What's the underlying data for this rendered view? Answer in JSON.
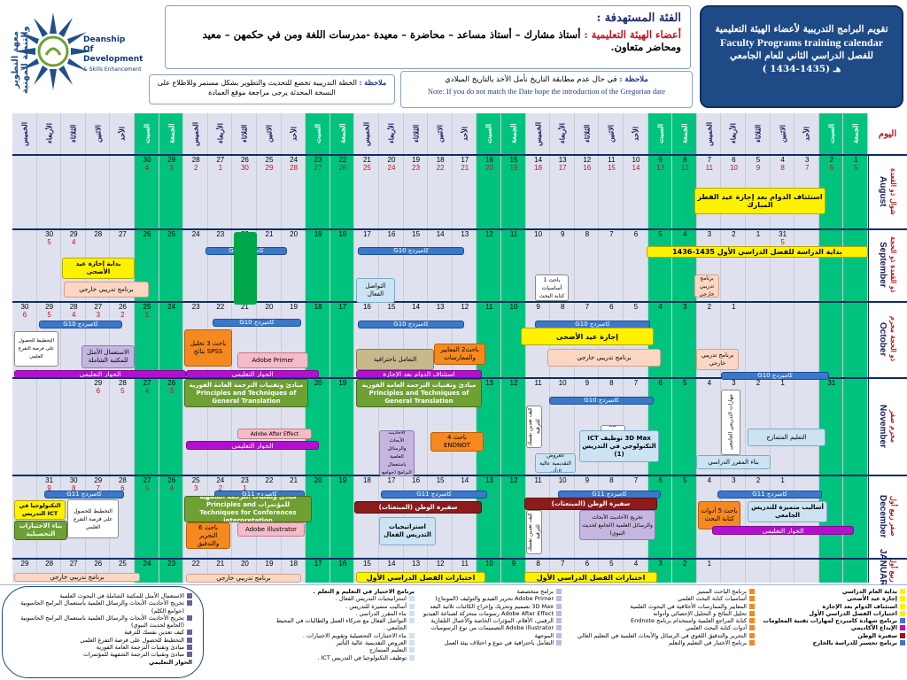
{
  "header": {
    "logo_arabic": "معهد التطوير والتنمية المهنية",
    "logo_en_line1": "Deanship",
    "logo_en_line2": "Of Development",
    "logo_en_line3": "& Skills Enhancement",
    "category_title": "الفئة المستهدفة :",
    "category_label": "أعضاء الهيئة التعليمية :",
    "category_text": " أستاذ مشارك – أستاذ مساعد – محاضرة – معيدة -مدرسات اللغة ومن في حكمهن – معيد ومحاضر متعاون.",
    "title_line1": "تقويم البرامج التدريبية لأعضاء الهيئة التعليمية",
    "title_line2": "Faculty Programs training calendar",
    "title_line3": "للفصل الدراسي الثاني للعام الجامعي",
    "title_line4": "( 1434-1435) هـ",
    "note1_label": "ملاحظة :",
    "note1_text": " الخطة التدريبية تخضع للتحديث والتطوير بشكل مستمر وللاطلاع على النسخة المحدثة يرجى مراجعة موقع العمادة",
    "note2_label": "ملاحظة :",
    "note2_text": " في حال عدم مطابقة التاريخ نأمل الأخذ بالتاريخ الميلادي",
    "note2_en": "Note: If you do not match the Date hope the introduction of the Gregorian date"
  },
  "grid": {
    "month_header": "اليوم",
    "days": [
      "الخميس",
      "الأربعاء",
      "الثلاثاء",
      "الاثنين",
      "الأحد",
      "السبت",
      "الجمعة",
      "الخميس",
      "الأربعاء",
      "الثلاثاء",
      "الاثنين",
      "الأحد",
      "السبت",
      "الجمعة",
      "الخميس",
      "الأربعاء",
      "الثلاثاء",
      "الاثنين",
      "الأحد",
      "السبت",
      "الجمعة",
      "الخميس",
      "الأربعاء",
      "الثلاثاء",
      "الاثنين",
      "الأحد",
      "السبت",
      "الجمعة",
      "الخميس",
      "الأربعاء",
      "الثلاثاء",
      "الاثنين",
      "الأحد",
      "السبت",
      "الجمعة"
    ],
    "months": [
      {
        "en": "August",
        "ar1": "شوال",
        "ar2": "ذو القعدة"
      },
      {
        "en": "September",
        "ar1": "ذو القعدة",
        "ar2": "ذو الحجة"
      },
      {
        "en": "October",
        "ar1": "ذو الحجة",
        "ar2": "محرم"
      },
      {
        "en": "November",
        "ar1": "محرم",
        "ar2": "صفر"
      },
      {
        "en": "December",
        "ar1": "صفر",
        "ar2": "ربيع أول"
      },
      {
        "en": "JANUARY",
        "ar1": "ربيع أول",
        "ar2": ""
      }
    ],
    "rows": [
      {
        "g": [
          "",
          "",
          "",
          "",
          "",
          "30",
          "29",
          "28",
          "27",
          "26",
          "25",
          "24",
          "23",
          "22",
          "21",
          "20",
          "19",
          "18",
          "17",
          "16",
          "15",
          "14",
          "13",
          "12",
          "11",
          "10",
          "9",
          "8",
          "7",
          "6",
          "5",
          "4",
          "3",
          "2",
          "1"
        ],
        "h": [
          "",
          "",
          "",
          "",
          "",
          "4",
          "3",
          "2",
          "1",
          "30",
          "29",
          "28",
          "27",
          "26",
          "25",
          "24",
          "23",
          "22",
          "21",
          "20",
          "19",
          "18",
          "17",
          "16",
          "15",
          "14",
          "13",
          "12",
          "11",
          "10",
          "9",
          "8",
          "7",
          "6",
          "5"
        ]
      },
      {
        "g": [
          "",
          "30",
          "29",
          "28",
          "27",
          "26",
          "25",
          "24",
          "23",
          "22",
          "21",
          "20",
          "19",
          "18",
          "17",
          "16",
          "15",
          "14",
          "13",
          "12",
          "11",
          "10",
          "9",
          "8",
          "7",
          "6",
          "5",
          "4",
          "3",
          "2",
          "1",
          "31",
          "",
          "",
          ""
        ],
        "h": [
          "",
          "5",
          "4",
          "",
          "",
          "",
          "",
          "",
          "",
          "",
          "",
          "",
          "",
          "",
          "",
          "",
          "",
          "",
          "",
          "",
          "",
          "",
          "",
          "",
          "",
          "",
          "",
          "",
          "",
          "",
          "",
          "5",
          "",
          "",
          ""
        ]
      },
      {
        "g": [
          "30",
          "29",
          "28",
          "27",
          "26",
          "25",
          "24",
          "23",
          "22",
          "21",
          "20",
          "19",
          "18",
          "17",
          "16",
          "15",
          "14",
          "13",
          "12",
          "11",
          "10",
          "9",
          "8",
          "7",
          "6",
          "5",
          "4",
          "3",
          "2",
          "1",
          "",
          "",
          "",
          "",
          ""
        ],
        "h": [
          "6",
          "5",
          "4",
          "3",
          "2",
          "1",
          "",
          "",
          "",
          "",
          "",
          "",
          "",
          "",
          "",
          "",
          "",
          "",
          "",
          "",
          "",
          "",
          "",
          "",
          "",
          "",
          "",
          "",
          "",
          "",
          "",
          "",
          "",
          "",
          ""
        ]
      },
      {
        "g": [
          "",
          "",
          "",
          "29",
          "28",
          "27",
          "26",
          "25",
          "24",
          "23",
          "22",
          "21",
          "20",
          "19",
          "18",
          "17",
          "16",
          "15",
          "14",
          "13",
          "12",
          "11",
          "10",
          "9",
          "8",
          "7",
          "6",
          "5",
          "4",
          "3",
          "2",
          "1",
          "",
          "31",
          ""
        ],
        "h": [
          "",
          "",
          "",
          "6",
          "5",
          "4",
          "3",
          "2",
          "1",
          "",
          "",
          "",
          "",
          "",
          "",
          "",
          "",
          "",
          "",
          "",
          "",
          "",
          "",
          "",
          "",
          "",
          "",
          "",
          "",
          "",
          "",
          "",
          "",
          "",
          ""
        ]
      },
      {
        "g": [
          "",
          "31",
          "30",
          "29",
          "28",
          "27",
          "26",
          "25",
          "24",
          "23",
          "22",
          "21",
          "20",
          "19",
          "18",
          "17",
          "16",
          "15",
          "14",
          "13",
          "12",
          "11",
          "10",
          "9",
          "8",
          "7",
          "6",
          "5",
          "4",
          "3",
          "2",
          "1",
          "",
          "",
          ""
        ],
        "h": [
          "",
          "9",
          "8",
          "7",
          "6",
          "5",
          "4",
          "3",
          "2",
          "1",
          "",
          "",
          "",
          "",
          "",
          "",
          "",
          "",
          "",
          "",
          "",
          "",
          "",
          "",
          "",
          "",
          "",
          "",
          "",
          "",
          "",
          "",
          "",
          "",
          ""
        ]
      },
      {
        "g": [
          "29",
          "28",
          "27",
          "26",
          "25",
          "24",
          "23",
          "22",
          "21",
          "20",
          "19",
          "18",
          "17",
          "16",
          "15",
          "14",
          "13",
          "12",
          "11",
          "10",
          "9",
          "8",
          "7",
          "6",
          "5",
          "4",
          "3",
          "2",
          "1",
          "",
          "",
          "",
          "",
          "",
          ""
        ],
        "h": [
          "",
          "",
          "",
          "",
          "",
          "",
          "",
          "",
          "",
          "",
          "",
          "",
          "",
          "",
          "",
          "",
          "",
          "",
          "",
          "",
          "",
          "",
          "",
          "",
          "",
          "",
          "",
          "",
          "",
          "",
          "",
          "",
          "",
          "",
          ""
        ]
      }
    ]
  },
  "events": {
    "e1": "استئناف الدوام بعد إجازة عيد الفطر المبارك",
    "e2": "بداية الدراسة للفصل الدراسي الأول 1435-1436",
    "e3": "كامبردج G10",
    "e4": "بداية إجازة عيد الأضحى",
    "e5": "برنامج تدريبي خارجي",
    "e6": "التواصل الفعال",
    "e7": "إجازة عيد الأضحى",
    "e8": "برنامج تدريبي خارجي",
    "e9": "الاستعمال الأمثل للمكتبة الشاملة",
    "e10": "باحث 3 تحليل SPSS نتائج",
    "e11": "Adobe Primer",
    "e12": "التعامل باحترافية",
    "e13": "الحوار التعليمي",
    "e14": "مبادئ وتقنيات الترجمة العامة الفورية Principles and Techniques of General Translation",
    "e15": "التعليم المتمازج",
    "e16": "بناء المقرر الدراسي",
    "e17": "3D Max توظيف ICT التكنولوجي في التدريس (1)",
    "e18": "باحث 4 ENDNOT",
    "e19": "كامبردج G11",
    "e20": "سفيرة الوطن (المبتعثات)",
    "e21": "Adobe illustrator",
    "e22": "أساليب متميزة للتدريس الجامعي",
    "e23": "بناء الاختبارات التحصيلية",
    "e24": "توظيف التكنولوجيا في ICT التدريس (1)",
    "e25": "استراتيجيات التدريس الفعال",
    "e26": "اختبارات الفصل الدراسي الأول",
    "e27": "باحث 5 أدوات كتابة البحث",
    "e28": "باحث 6 التحرير والتدقيق",
    "e29": "Adobe After Effect"
  },
  "legend": {
    "col1": [
      {
        "color": "#fff200",
        "text": "بداية العام الدراسي"
      },
      {
        "color": "#fff200",
        "text": "إجازة عيد الأضحى"
      },
      {
        "color": "#fff200",
        "text": "استئناف الدوام بعد الإجازة"
      },
      {
        "color": "#fff200",
        "text": "اختبارات الفصل الدراسي الأول"
      },
      {
        "color": "#3b78c9",
        "text": "برنامج شهادة كامبردج لمهارات تقنية المعلومات"
      },
      {
        "color": "#b40fcf",
        "text": "الإبداع الأكاديمي"
      },
      {
        "color": "#8c1c1c",
        "text": "سفيرة الوطن"
      },
      {
        "color": "#3b78c9",
        "text": "برنامج تجسير للدراسة بالخارج"
      }
    ],
    "col2": [
      {
        "color": "#f5891f",
        "text": "برنامج الباحث المميز"
      },
      {
        "color": "#f5891f",
        "text": "أساسيات كتابة البحث العلمي"
      },
      {
        "color": "#f5891f",
        "text": "المعايير والممارسات الأخلاقية في البحوث العلمية"
      },
      {
        "color": "#f5891f",
        "text": "تحليل النتائج و التحليل الإحصائي وأدواته"
      },
      {
        "color": "#f5891f",
        "text": "كتابة المراجع العلمية واستخدام برنامج Endnote"
      },
      {
        "color": "#f5891f",
        "text": "أدوات كتابة البحث العلمي"
      },
      {
        "color": "#f5891f",
        "text": "التحرير والتدقيق اللغوي في الرسائل والأبحاث العلمية في التعليم العالي"
      },
      {
        "color": "#f5891f",
        "text": "برنامج الاختبار في التعليم والتعلم"
      }
    ],
    "col3": [
      {
        "color": "#c5b6e0",
        "text": "برامج متخصصة"
      },
      {
        "color": "#c5b6e0",
        "text": "Adobe Primer تحرير الفيديو والتوليف (المونتاج)"
      },
      {
        "color": "#c5b6e0",
        "text": "3D Max تصميم وتحريك وإخراج الكائنات ثلاثية البعد"
      },
      {
        "color": "#c5b6e0",
        "text": "Adobe After Effect رسومات متحركة لصناعة الفيديو"
      },
      {
        "color": "#c5b6e0",
        "text": "الرقمي، الأفلام، المؤثرات الخاصة والأعمال التلفازية"
      },
      {
        "color": "#c5b6e0",
        "text": "Adobe illustrator التصميمات من نوع الرسوميات"
      },
      {
        "color": "#c5b6e0",
        "text": "الموجهة"
      },
      {
        "color": "#c5b6e0",
        "text": "التعامل باحترافية في تنوع و اختلاف بيئة العمل"
      }
    ],
    "col4": [
      {
        "color": "#cbe3f2",
        "text": "استراتيجيات التدريس الفعال ."
      },
      {
        "color": "#cbe3f2",
        "text": "أساليب متميزة للتدريس ."
      },
      {
        "color": "#cbe3f2",
        "text": "بناء المقرر الدراسي ."
      },
      {
        "color": "#cbe3f2",
        "text": "التواصل الفعال مع شركاء العمل والطالبات في المحيط الجامعي ."
      },
      {
        "color": "#cbe3f2",
        "text": "بناء الاختبارات التحصيلية وتقويم الاختبارات ."
      },
      {
        "color": "#cbe3f2",
        "text": "العروض التقديمية عالية التأثير"
      },
      {
        "color": "#cbe3f2",
        "text": "التعليم المتمازج"
      },
      {
        "color": "#cbe3f2",
        "text": "توظيف التكنولوجيا في التدريس ICT ."
      }
    ],
    "col4_top": "برنامج الاختيار في التعليم و التعلم .",
    "col5": [
      {
        "color": "#6a5f9e",
        "text": "الاستعمال الأمثل للمكتبة الشاملة في البحوث العلمية"
      },
      {
        "color": "#6a5f9e",
        "text": "تخريج الأحاديث الأبحاث والرسائل العلمية باستعمال البرامج الحاسوبية (جوامع الكلم)"
      },
      {
        "color": "#6a5f9e",
        "text": "تخريج الأحاديث الأبحاث والرسائل العلمية باستعمال البرامج الحاسوبية (الجامع لحديث النبوي)"
      },
      {
        "color": "#6a5f9e",
        "text": "كيف تعدين نفسك للترقية"
      },
      {
        "color": "#6a5f9e",
        "text": "التخطيط للحصول على فرصة التفرغ العلمي"
      },
      {
        "color": "#6a5f9e",
        "text": "مبادئ وتقنيات الترجمة العامة الفورية"
      },
      {
        "color": "#6a5f9e",
        "text": "مبادئ وتقنيات الترجمة الشفهية للمؤتمرات"
      }
    ],
    "col5_bottom": "الحوار التعليمي"
  }
}
